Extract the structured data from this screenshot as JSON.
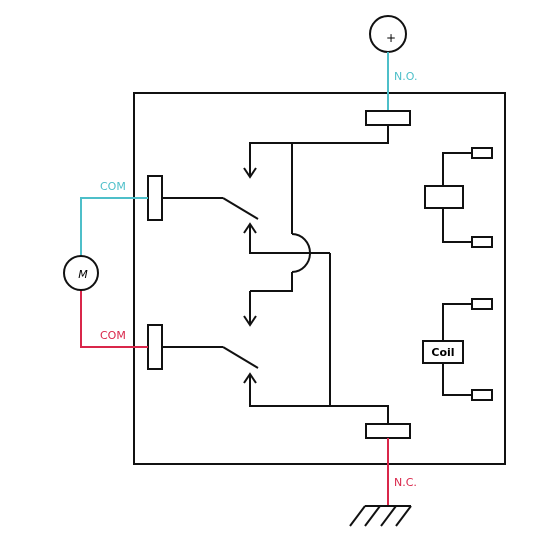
{
  "labels": {
    "no": "N.O.",
    "nc": "N.C.",
    "com_top": "COM",
    "com_bottom": "COM",
    "motor": "M",
    "coil": "Coil",
    "plus": "+"
  },
  "colors": {
    "wire_black": "#111111",
    "wire_teal": "#4dbfc9",
    "wire_red": "#d9264a"
  },
  "icons": {
    "power_source": "plus-circle-icon",
    "motor": "motor-circle-icon",
    "ground": "ground-icon"
  }
}
